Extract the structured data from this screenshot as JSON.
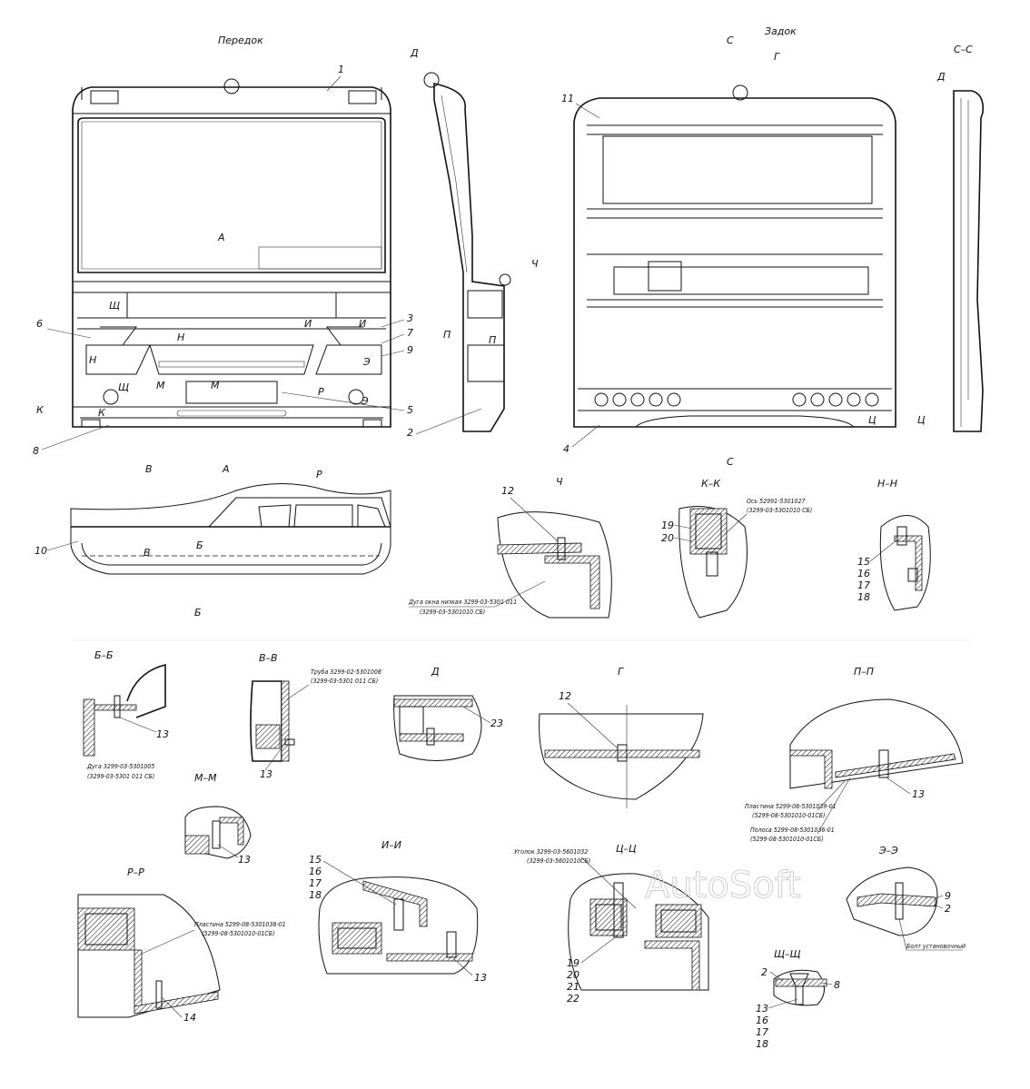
{
  "views": {
    "front_title": "Передок",
    "rear_title": "Задок",
    "view_a": "А",
    "section_cc": "С–С"
  },
  "section_titles": {
    "ch": "Ч",
    "kk": "К–К",
    "nn": "Н–Н",
    "bb": "Б–Б",
    "vv": "В–В",
    "d": "Д",
    "g": "Г",
    "pp": "П–П",
    "mm": "М–М",
    "ii": "И–И",
    "tsts": "Ц–Ц",
    "ee": "Э–Э",
    "rr": "Р–Р",
    "shsh": "Щ–Щ"
  },
  "markers": {
    "g": "Г",
    "d": "Д",
    "a": "А",
    "ch": "Ч",
    "sh": "Щ",
    "i": "И",
    "n": "Н",
    "m": "М",
    "e": "Э",
    "k": "К",
    "r": "Р",
    "p": "П",
    "s": "С",
    "ts": "Ц",
    "v": "В",
    "b": "Б"
  },
  "part_numbers": {
    "n1": "1",
    "n2": "2",
    "n3": "3",
    "n4": "4",
    "n5": "5",
    "n6": "6",
    "n7": "7",
    "n8": "8",
    "n9": "9",
    "n10": "10",
    "n11": "11",
    "n12": "12",
    "n13": "13",
    "n14": "14",
    "n15": "15",
    "n16": "16",
    "n17": "17",
    "n18": "18",
    "n19": "19",
    "n20": "20",
    "n21": "21",
    "n22": "22",
    "n23": "23"
  },
  "callouts": {
    "ch_arc": "Дуга окна низкая 3299-03-5301 011",
    "ch_arc_alt": "(3299-03-5301010 СБ)",
    "kk_axis": "Ось 52991-5301027",
    "kk_axis_alt": "(3299-03-5301010 СБ)",
    "bb_arc": "Дуга 3299-03-5301005",
    "bb_arc_alt": "(3299-03-5301 011 СБ)",
    "vv_tube": "Труба 3299-02-5301008",
    "vv_tube_alt": "(3299-03-5301 011 СБ)",
    "pp_plate": "Пластина 5299-08-5301039-01",
    "pp_plate_alt": "(5299-08-5301010-01СБ)",
    "pp_strip": "Полоса 5299-08-5301036-01",
    "pp_strip_alt": "(5299-08-5301010-01СБ)",
    "rr_plate": "Пластина 5299-08-5301038-01",
    "rr_plate_alt": "(5299-08-5301010-01СБ)",
    "tsts_angle": "Уголок 3299-03-5601032",
    "tsts_angle_alt": "(3299-03-5601010СБ)",
    "ee_bolt": "Болт установочный"
  },
  "watermark": "AutoSoft"
}
